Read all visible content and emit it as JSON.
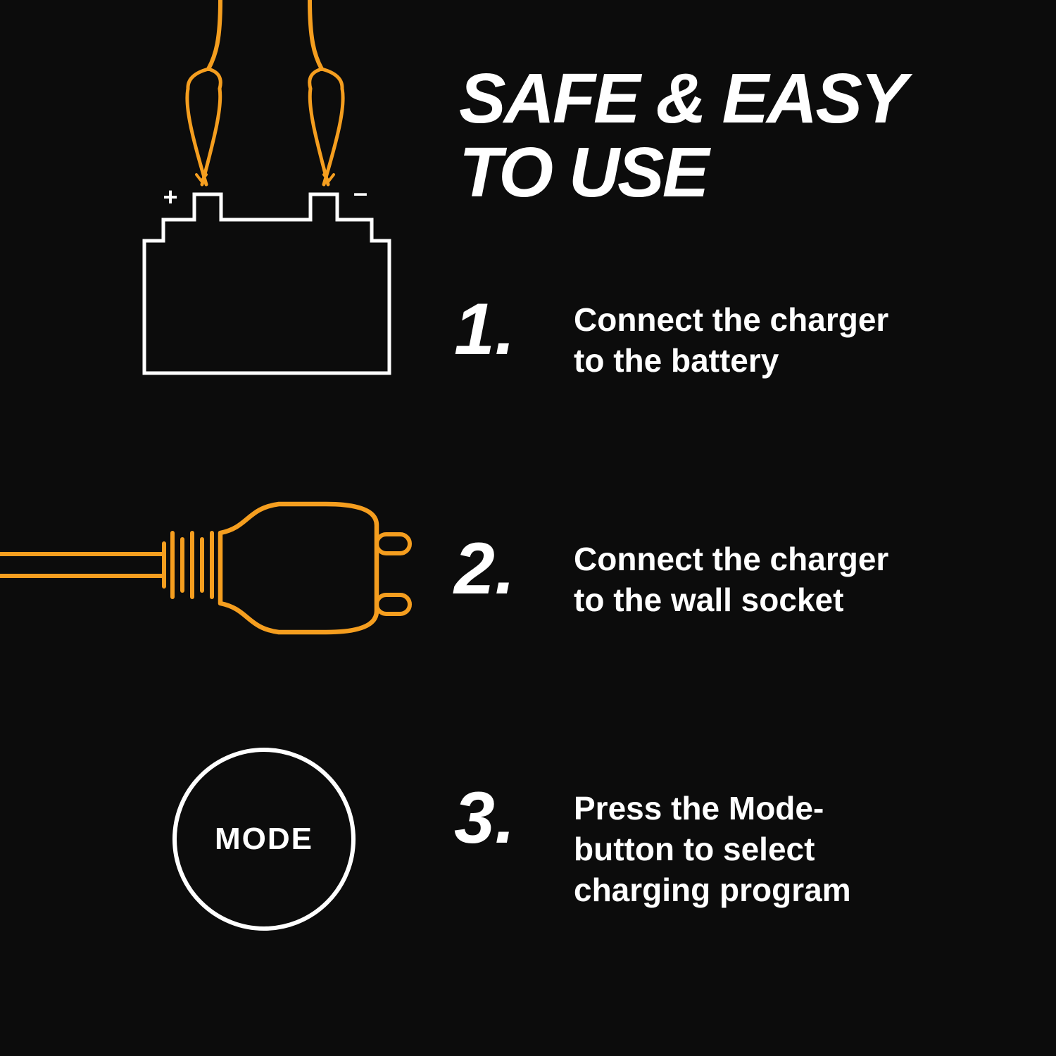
{
  "colors": {
    "background": "#0C0C0C",
    "accent": "#F59E1F",
    "foreground": "#FFFFFF"
  },
  "title": {
    "line1": "SAFE & EASY",
    "line2": "TO USE"
  },
  "battery": {
    "plus_label": "+",
    "minus_label": "–"
  },
  "mode_button": {
    "label": "MODE"
  },
  "steps": [
    {
      "number": "1.",
      "lines": [
        "Connect the charger",
        "to the battery"
      ]
    },
    {
      "number": "2.",
      "lines": [
        "Connect the charger",
        "to the wall socket"
      ]
    },
    {
      "number": "3.",
      "lines": [
        "Press the Mode-",
        "button to select",
        "charging program"
      ]
    }
  ]
}
